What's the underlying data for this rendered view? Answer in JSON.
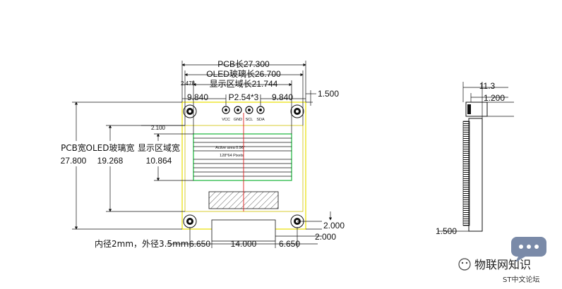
{
  "colors": {
    "line": "#111111",
    "board_outline": "#e8e000",
    "glass_outline": "#d0c000",
    "active_area": "#17b33a",
    "center_mark": "#e02020",
    "pin_pad": "#111111"
  },
  "labels": {
    "pcb_length": "PCB长27.300",
    "oled_glass_length": "OLED玻璃长26.700",
    "display_length": "显示区域长21.744",
    "left_offset": "2.478",
    "pin_offset_left": "9.840",
    "pin_pitch": "P2.54*3",
    "pin_offset_right": "9.840",
    "top_margin": "1.500",
    "glass_top_offset": "2.100",
    "pcb_width_title": "PCB宽",
    "pcb_width_value": "27.800",
    "oled_glass_width_title": "OLED玻璃宽",
    "oled_glass_width_value": "19.268",
    "display_width_title": "显示区域宽",
    "display_width_value": "10.864",
    "hole_note": "内径2mm，外径3.5mm",
    "bottom_left": "6.650",
    "bottom_center": "14.000",
    "bottom_right": "6.650",
    "bottom_margin_upper": "2.000",
    "bottom_margin_lower": "2.000",
    "active_area_text": "Active area 0.96\"",
    "pixels_text": "128*64 Pixels",
    "side_thickness": "11.3",
    "side_top": "1.200",
    "side_bottom": "1.500"
  },
  "pins": [
    "VCC",
    "GND",
    "SCL",
    "SDA"
  ],
  "watermark": {
    "title": "物联网知识",
    "subtitle": "ST中文论坛"
  }
}
